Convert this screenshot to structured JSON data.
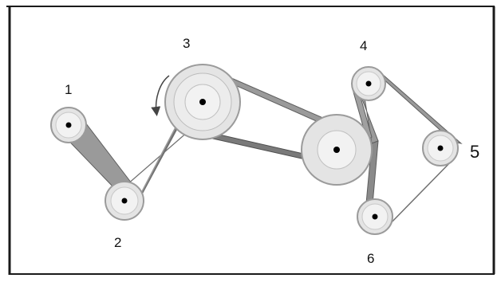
{
  "colors": {
    "frame": "#1a1a1a",
    "belt_fill": "#9a9a9a",
    "belt_edge": "#5e5e5e",
    "pulley_outer": "#e4e4e4",
    "pulley_rim": "#9b9b9b",
    "pulley_inner": "#f2f2f2",
    "hub": "#000000",
    "arrow": "#444444"
  },
  "labels": {
    "p1": "1",
    "p2": "2",
    "p3": "3",
    "p4": "4",
    "p5": "5",
    "p6": "6"
  },
  "rotation_indicator": "counter-clockwise-arrow"
}
